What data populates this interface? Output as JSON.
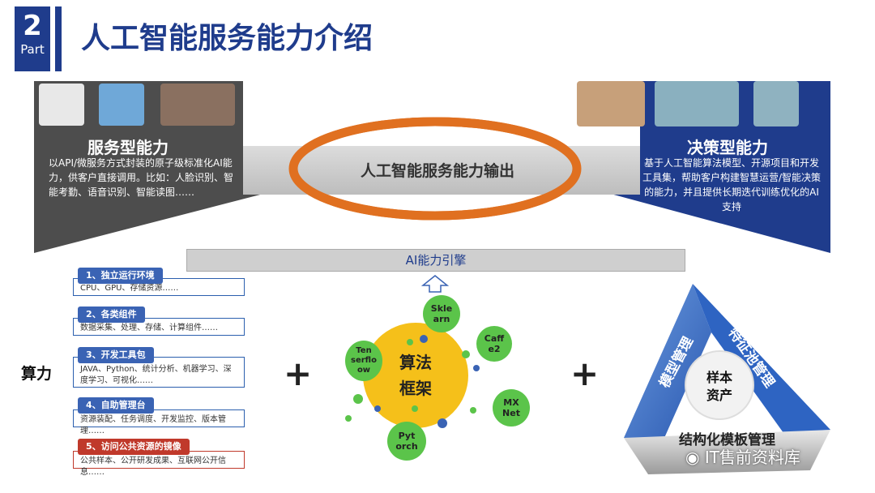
{
  "header": {
    "part_number": "2",
    "part_label": "Part",
    "title": "人工智能服务能力介绍"
  },
  "left_panel": {
    "title": "服务型能力",
    "description": "以API/微服务方式封装的原子级标准化AI能力，供客户直接调用。比如：人脸识别、智能考勤、语音识别、智能读图……"
  },
  "center": {
    "label": "人工智能服务能力输出"
  },
  "right_panel": {
    "title": "决策型能力",
    "description": "基于人工智能算法模型、开源项目和开发工具集，帮助客户构建智慧运营/智能决策的能力，并且提供长期迭代训练优化的AI支持"
  },
  "engine": {
    "label": "AI能力引擎"
  },
  "compute": {
    "label": "算力",
    "items": [
      {
        "tag": "1、独立运行环境",
        "detail": "CPU、GPU、存储资源……"
      },
      {
        "tag": "2、各类组件",
        "detail": "数据采集、处理、存储、计算组件……"
      },
      {
        "tag": "3、开发工具包",
        "detail": "JAVA、Python、统计分析、机器学习、深度学习、可视化……"
      },
      {
        "tag": "4、自助管理台",
        "detail": "资源装配、任务调度、开发监控、版本管理……"
      },
      {
        "tag": "5、访问公共资源的镜像",
        "detail": "公共样本、公开研发成果、互联网公开信息……"
      }
    ]
  },
  "plus_sign": "+",
  "framework": {
    "center_line1": "算法",
    "center_line2": "框架",
    "frameworks": [
      {
        "line1": "Skle",
        "line2": "arn"
      },
      {
        "line1": "Caff",
        "line2": "e2"
      },
      {
        "line1": "Ten",
        "line2": "serflo",
        "line3": "ow"
      },
      {
        "line1": "MX",
        "line2": "Net"
      },
      {
        "line1": "Pyt",
        "line2": "orch"
      }
    ]
  },
  "triangle": {
    "left_side": "模型管理",
    "right_side": "特征池管理",
    "bottom_side": "结构化模板管理",
    "center_line1": "样本",
    "center_line2": "资产"
  },
  "watermark": {
    "text": "IT售前资料库"
  },
  "colors": {
    "navy": "#1f3c8c",
    "dark_gray": "#555555",
    "orange": "#e07020",
    "green": "#5bc44a",
    "yellow": "#f5c01a",
    "blue": "#3a63b4",
    "red": "#c0392b"
  }
}
